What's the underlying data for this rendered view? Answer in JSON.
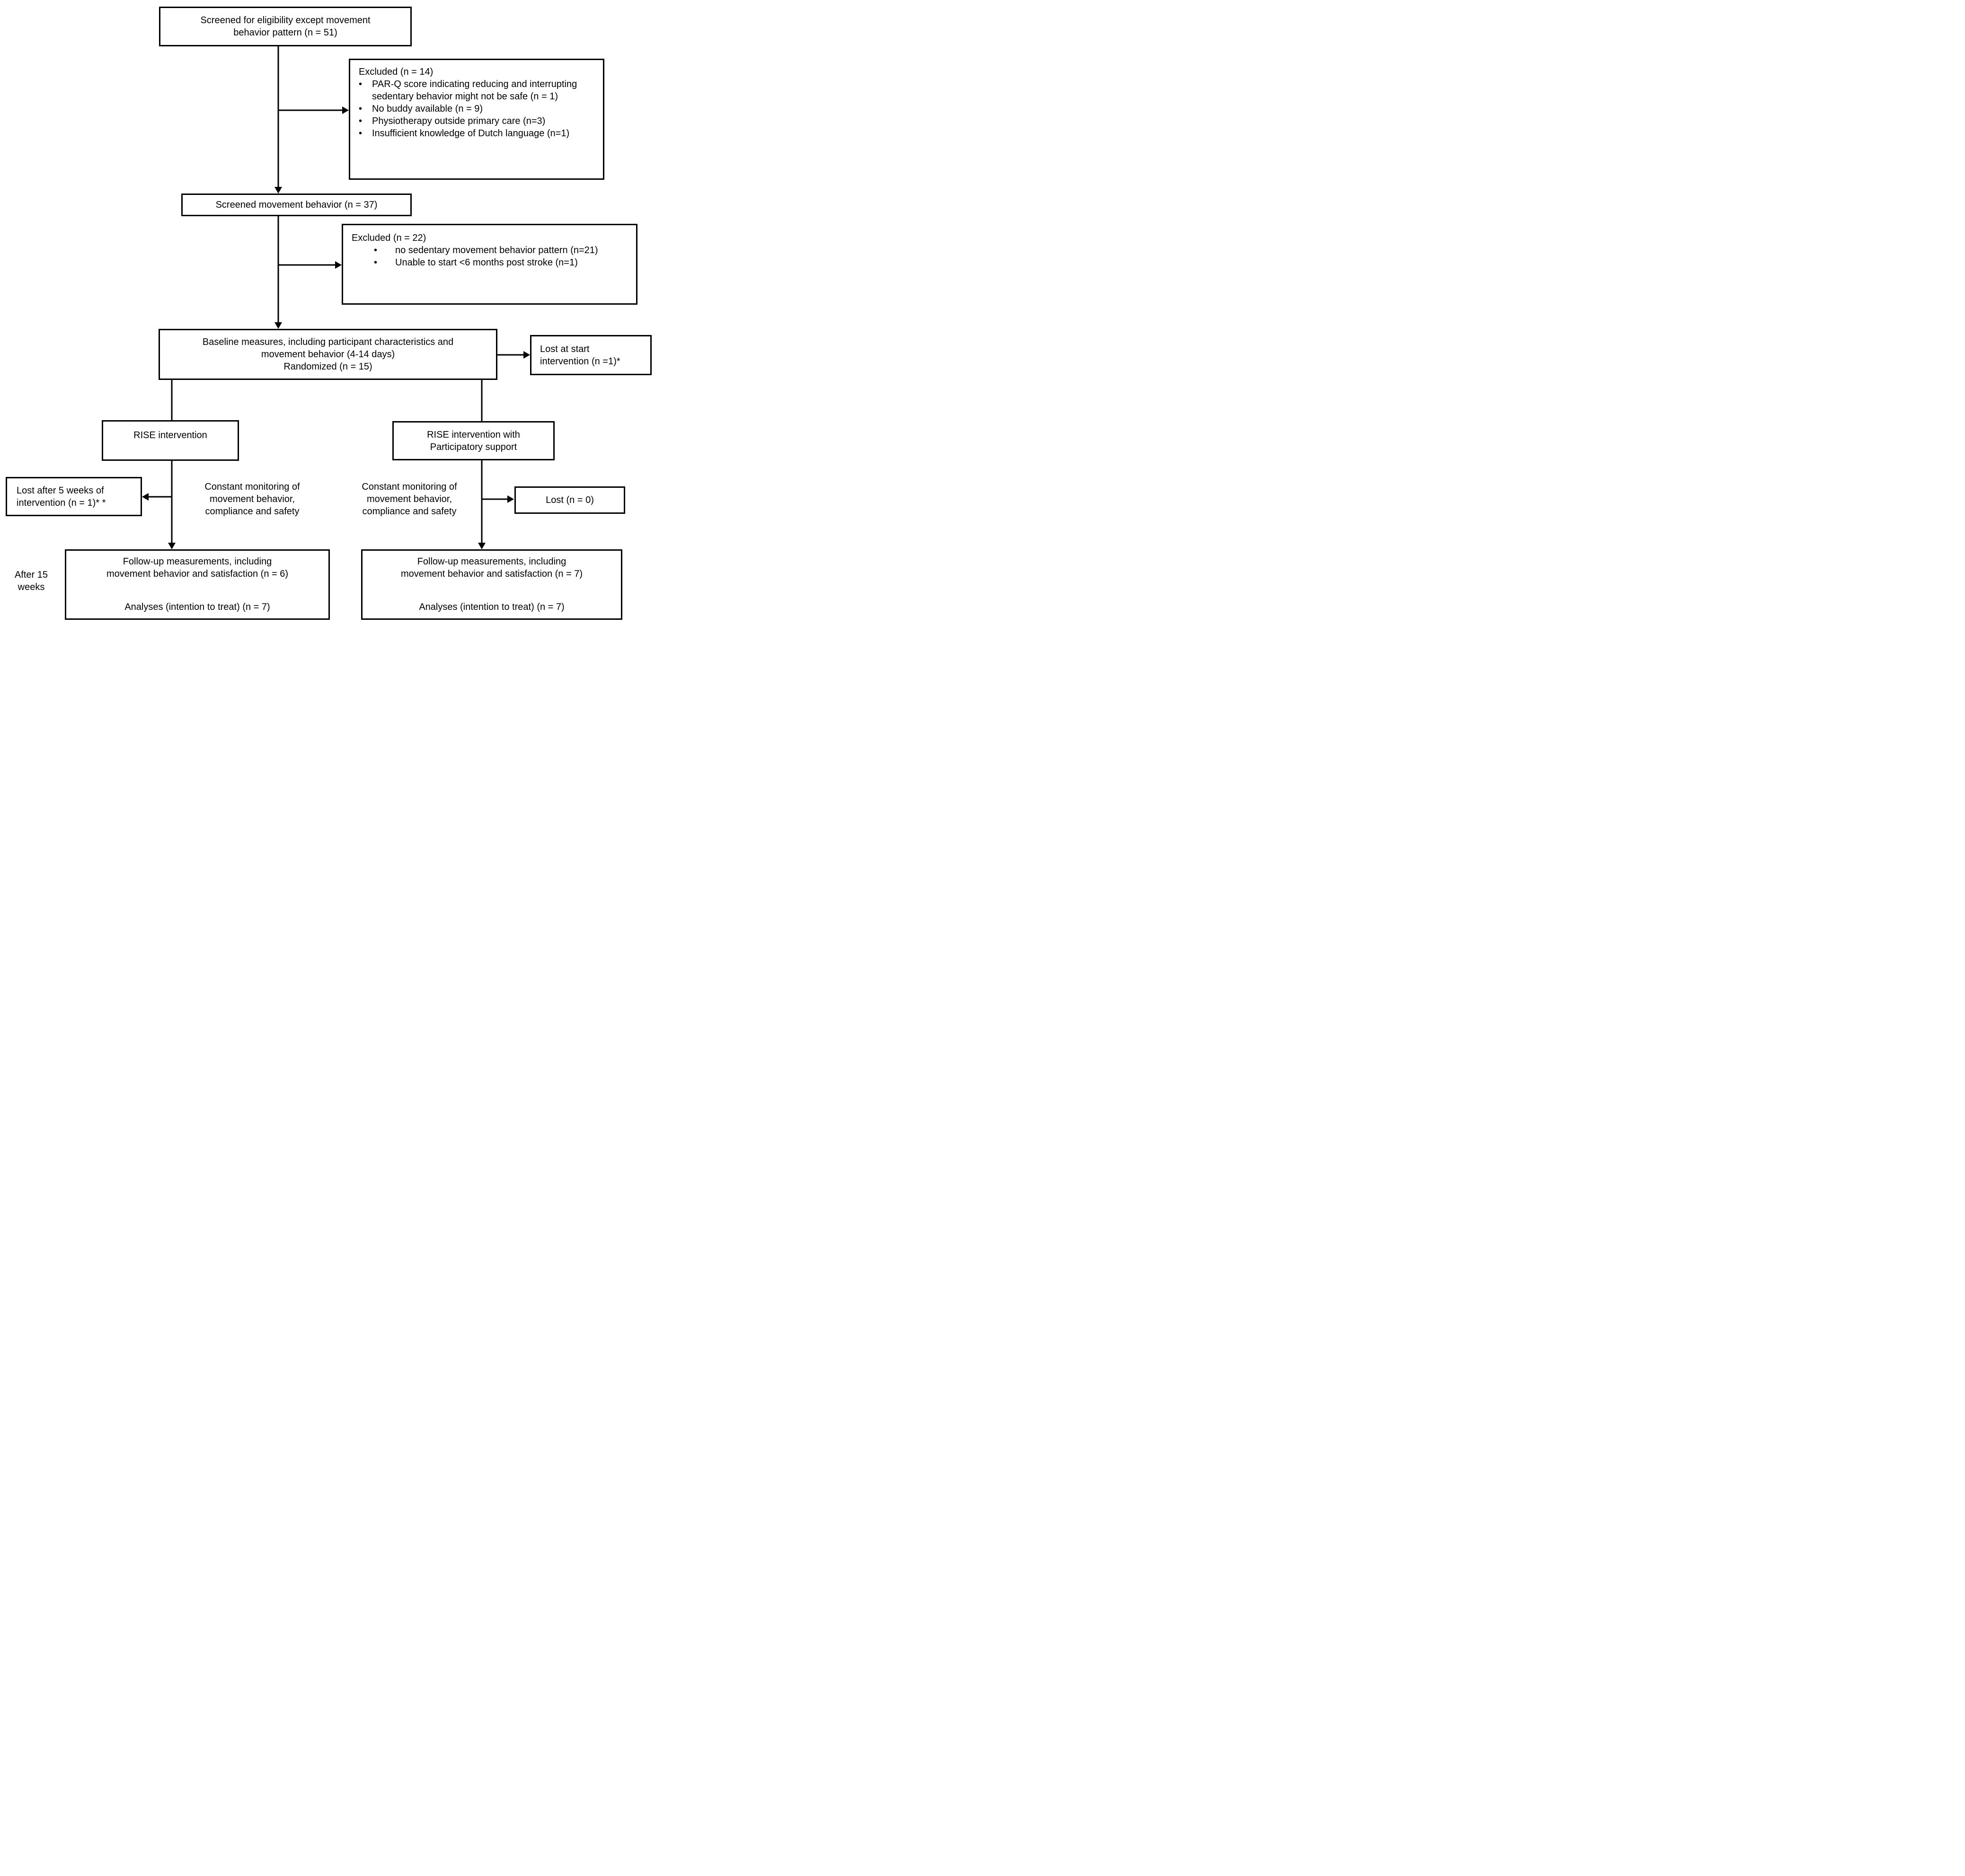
{
  "glyphs": {
    "bullet": "•"
  },
  "boxes": {
    "screened_eligibility": {
      "lines": [
        "Screened for eligibility except movement",
        "behavior pattern (n = 51)"
      ]
    },
    "excluded_1": {
      "title": "Excluded (n = 14)",
      "bullets": [
        "PAR-Q score indicating reducing and interrupting sedentary behavior might not be safe (n = 1)",
        "No buddy available (n = 9)",
        "Physiotherapy outside primary care (n=3)",
        "Insufficient knowledge of Dutch language (n=1)"
      ]
    },
    "screened_movement": {
      "text": "Screened movement behavior (n = 37)"
    },
    "excluded_2": {
      "title": "Excluded (n = 22)",
      "bullets": [
        "no sedentary movement behavior pattern (n=21)",
        "Unable to start <6 months post stroke (n=1)"
      ]
    },
    "baseline": {
      "lines": [
        "Baseline measures, including participant characteristics and",
        "movement behavior (4-14 days)",
        "Randomized (n = 15)"
      ]
    },
    "lost_at_start": {
      "lines": [
        "Lost at start",
        "intervention (n =1)*"
      ]
    },
    "rise": {
      "text": "RISE intervention"
    },
    "rise_participatory": {
      "lines": [
        "RISE intervention with",
        "Participatory support"
      ]
    },
    "lost_after_5_weeks": {
      "lines": [
        "Lost after 5 weeks of",
        "intervention (n = 1)* *"
      ]
    },
    "lost_zero": {
      "text": "Lost (n = 0)"
    },
    "followup_left": {
      "lines": [
        "Follow-up measurements, including",
        "movement behavior and satisfaction (n = 6)"
      ],
      "analyses": "Analyses (intention to treat) (n = 7)"
    },
    "followup_right": {
      "lines": [
        "Follow-up measurements, including",
        "movement behavior and satisfaction (n = 7)"
      ],
      "analyses": "Analyses (intention to treat) (n = 7)"
    }
  },
  "labels": {
    "monitoring_left": {
      "lines": [
        "Constant monitoring of",
        "movement behavior,",
        "compliance and safety"
      ]
    },
    "monitoring_right": {
      "lines": [
        "Constant monitoring of",
        "movement behavior,",
        "compliance and safety"
      ]
    },
    "after_15_weeks": {
      "lines": [
        "After 15",
        "weeks"
      ]
    }
  }
}
